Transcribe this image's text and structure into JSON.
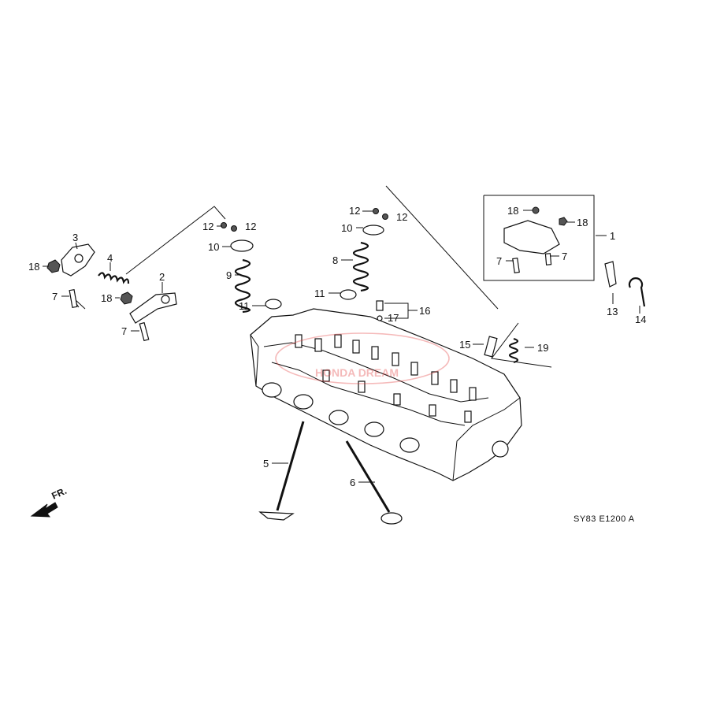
{
  "diagram": {
    "code": "SY83  E1200 A",
    "direction": "FR.",
    "watermark": "HONDA DREAM",
    "callouts": {
      "c1": "1",
      "c2": "2",
      "c3": "3",
      "c4": "4",
      "c5": "5",
      "c6": "6",
      "c7a": "7",
      "c7b": "7",
      "c7c": "7",
      "c7d": "7",
      "c8": "8",
      "c9": "9",
      "c10a": "10",
      "c10b": "10",
      "c11a": "11",
      "c11b": "11",
      "c12a": "12",
      "c12b": "12",
      "c12c": "12",
      "c12d": "12",
      "c13": "13",
      "c14": "14",
      "c15": "15",
      "c16": "16",
      "c17": "17",
      "c18a": "18",
      "c18b": "18",
      "c18c": "18",
      "c18d": "18",
      "c19": "19"
    }
  }
}
